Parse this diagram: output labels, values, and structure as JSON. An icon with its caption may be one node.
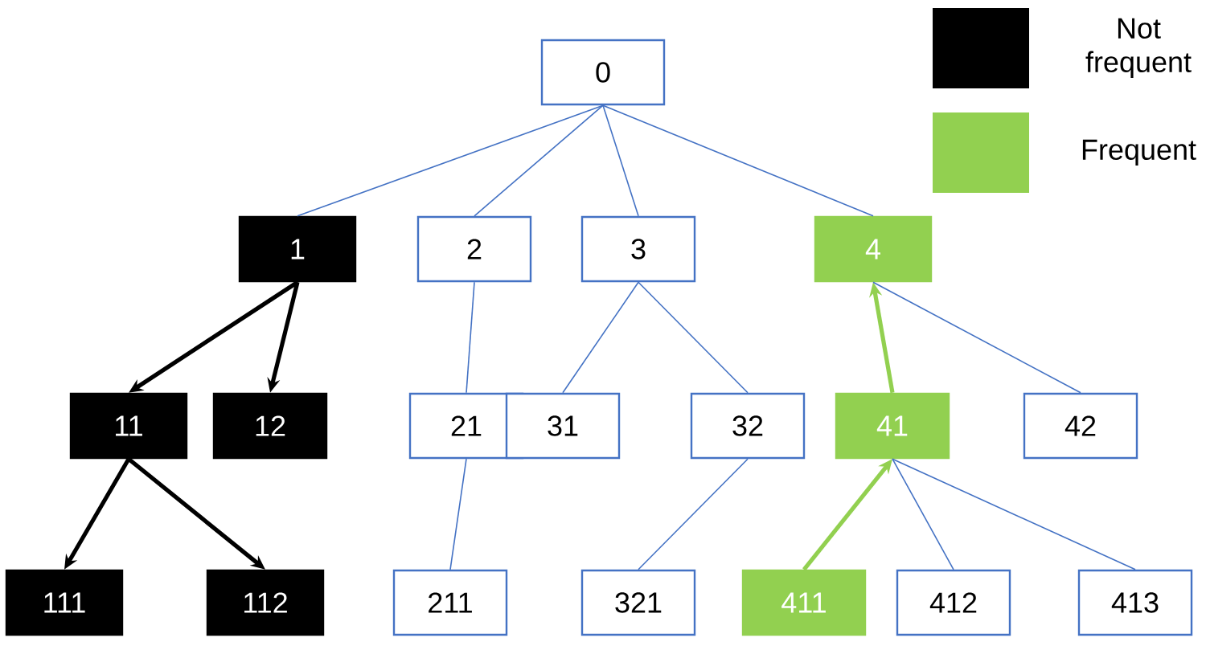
{
  "diagram": {
    "nodes": [
      {
        "text": [
          "0"
        ]
      },
      {
        "text": [
          "1"
        ]
      },
      {
        "text": [
          "2"
        ]
      },
      {
        "text": [
          "3"
        ]
      },
      {
        "text": [
          "4"
        ]
      },
      {
        "text": [
          "11"
        ]
      },
      {
        "text": [
          "12"
        ]
      },
      {
        "text": [
          "21"
        ]
      },
      {
        "text": [
          "31"
        ]
      },
      {
        "text": [
          "32"
        ]
      },
      {
        "text": [
          "41"
        ]
      },
      {
        "text": [
          "42"
        ]
      },
      {
        "text": [
          "111"
        ]
      },
      {
        "text": [
          "112"
        ]
      },
      {
        "text": [
          "211"
        ]
      },
      {
        "text": [
          "321"
        ]
      },
      {
        "text": [
          "411"
        ]
      },
      {
        "text": [
          "412"
        ]
      },
      {
        "text": [
          "413"
        ]
      }
    ],
    "edges": [
      {
        "from": 0,
        "to": 1,
        "arrow": "none"
      },
      {
        "from": 0,
        "to": 2,
        "arrow": "none"
      },
      {
        "from": 0,
        "to": 3,
        "arrow": "none"
      },
      {
        "from": 0,
        "to": 4,
        "arrow": "none"
      },
      {
        "from": 1,
        "to": 5,
        "arrow": "to",
        "style": "thick",
        "color": "#000000"
      },
      {
        "from": 1,
        "to": 6,
        "arrow": "to",
        "style": "thick",
        "color": "#000000"
      },
      {
        "from": 2,
        "to": 7,
        "arrow": "none"
      },
      {
        "from": 3,
        "to": 8,
        "arrow": "none"
      },
      {
        "from": 3,
        "to": 9,
        "arrow": "none"
      },
      {
        "from": 10,
        "to": 4,
        "arrow": "to",
        "style": "thick",
        "color": "#92d050"
      },
      {
        "from": 4,
        "to": 11,
        "arrow": "none"
      },
      {
        "from": 5,
        "to": 12,
        "arrow": "to",
        "style": "thick",
        "color": "#000000"
      },
      {
        "from": 5,
        "to": 13,
        "arrow": "to",
        "style": "thick",
        "color": "#000000"
      },
      {
        "from": 7,
        "to": 14,
        "arrow": "none"
      },
      {
        "from": 9,
        "to": 15,
        "arrow": "none"
      },
      {
        "from": 16,
        "to": 10,
        "arrow": "to",
        "style": "thick",
        "color": "#92d050"
      },
      {
        "from": 10,
        "to": 17,
        "arrow": "none"
      },
      {
        "from": 10,
        "to": 18,
        "arrow": "none"
      }
    ],
    "legend": [
      {
        "text": "Not frequent",
        "color": "#000000"
      },
      {
        "text": "Frequent",
        "color": "#92d050"
      }
    ]
  }
}
